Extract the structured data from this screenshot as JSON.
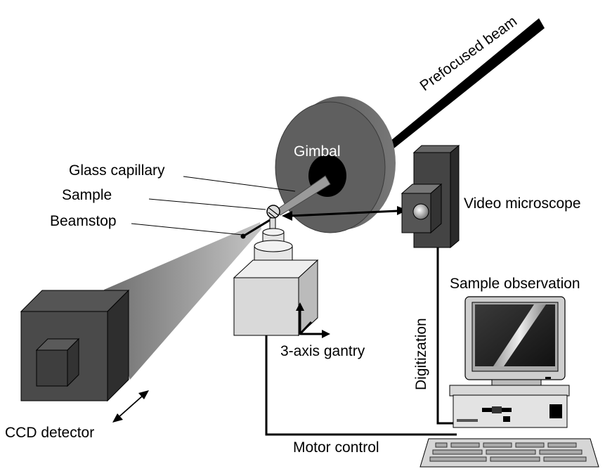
{
  "labels": {
    "prefocused_beam": "Prefocused beam",
    "gimbal": "Gimbal",
    "glass_capillary": "Glass capillary",
    "sample": "Sample",
    "beamstop": "Beamstop",
    "video_microscope": "Video microscope",
    "sample_observation": "Sample observation",
    "digitization": "Digitization",
    "three_axis_gantry": "3-axis gantry",
    "ccd_detector": "CCD detector",
    "motor_control": "Motor control"
  },
  "colors": {
    "gimbal_face": "#5f5f5f",
    "gimbal_edge": "#3a3a3a",
    "detector_front": "#4a4a4a",
    "detector_side": "#2e2e2e",
    "gantry_box": "#d9d9d9",
    "microscope_body": "#3c3c3c",
    "beam": "#000000"
  }
}
